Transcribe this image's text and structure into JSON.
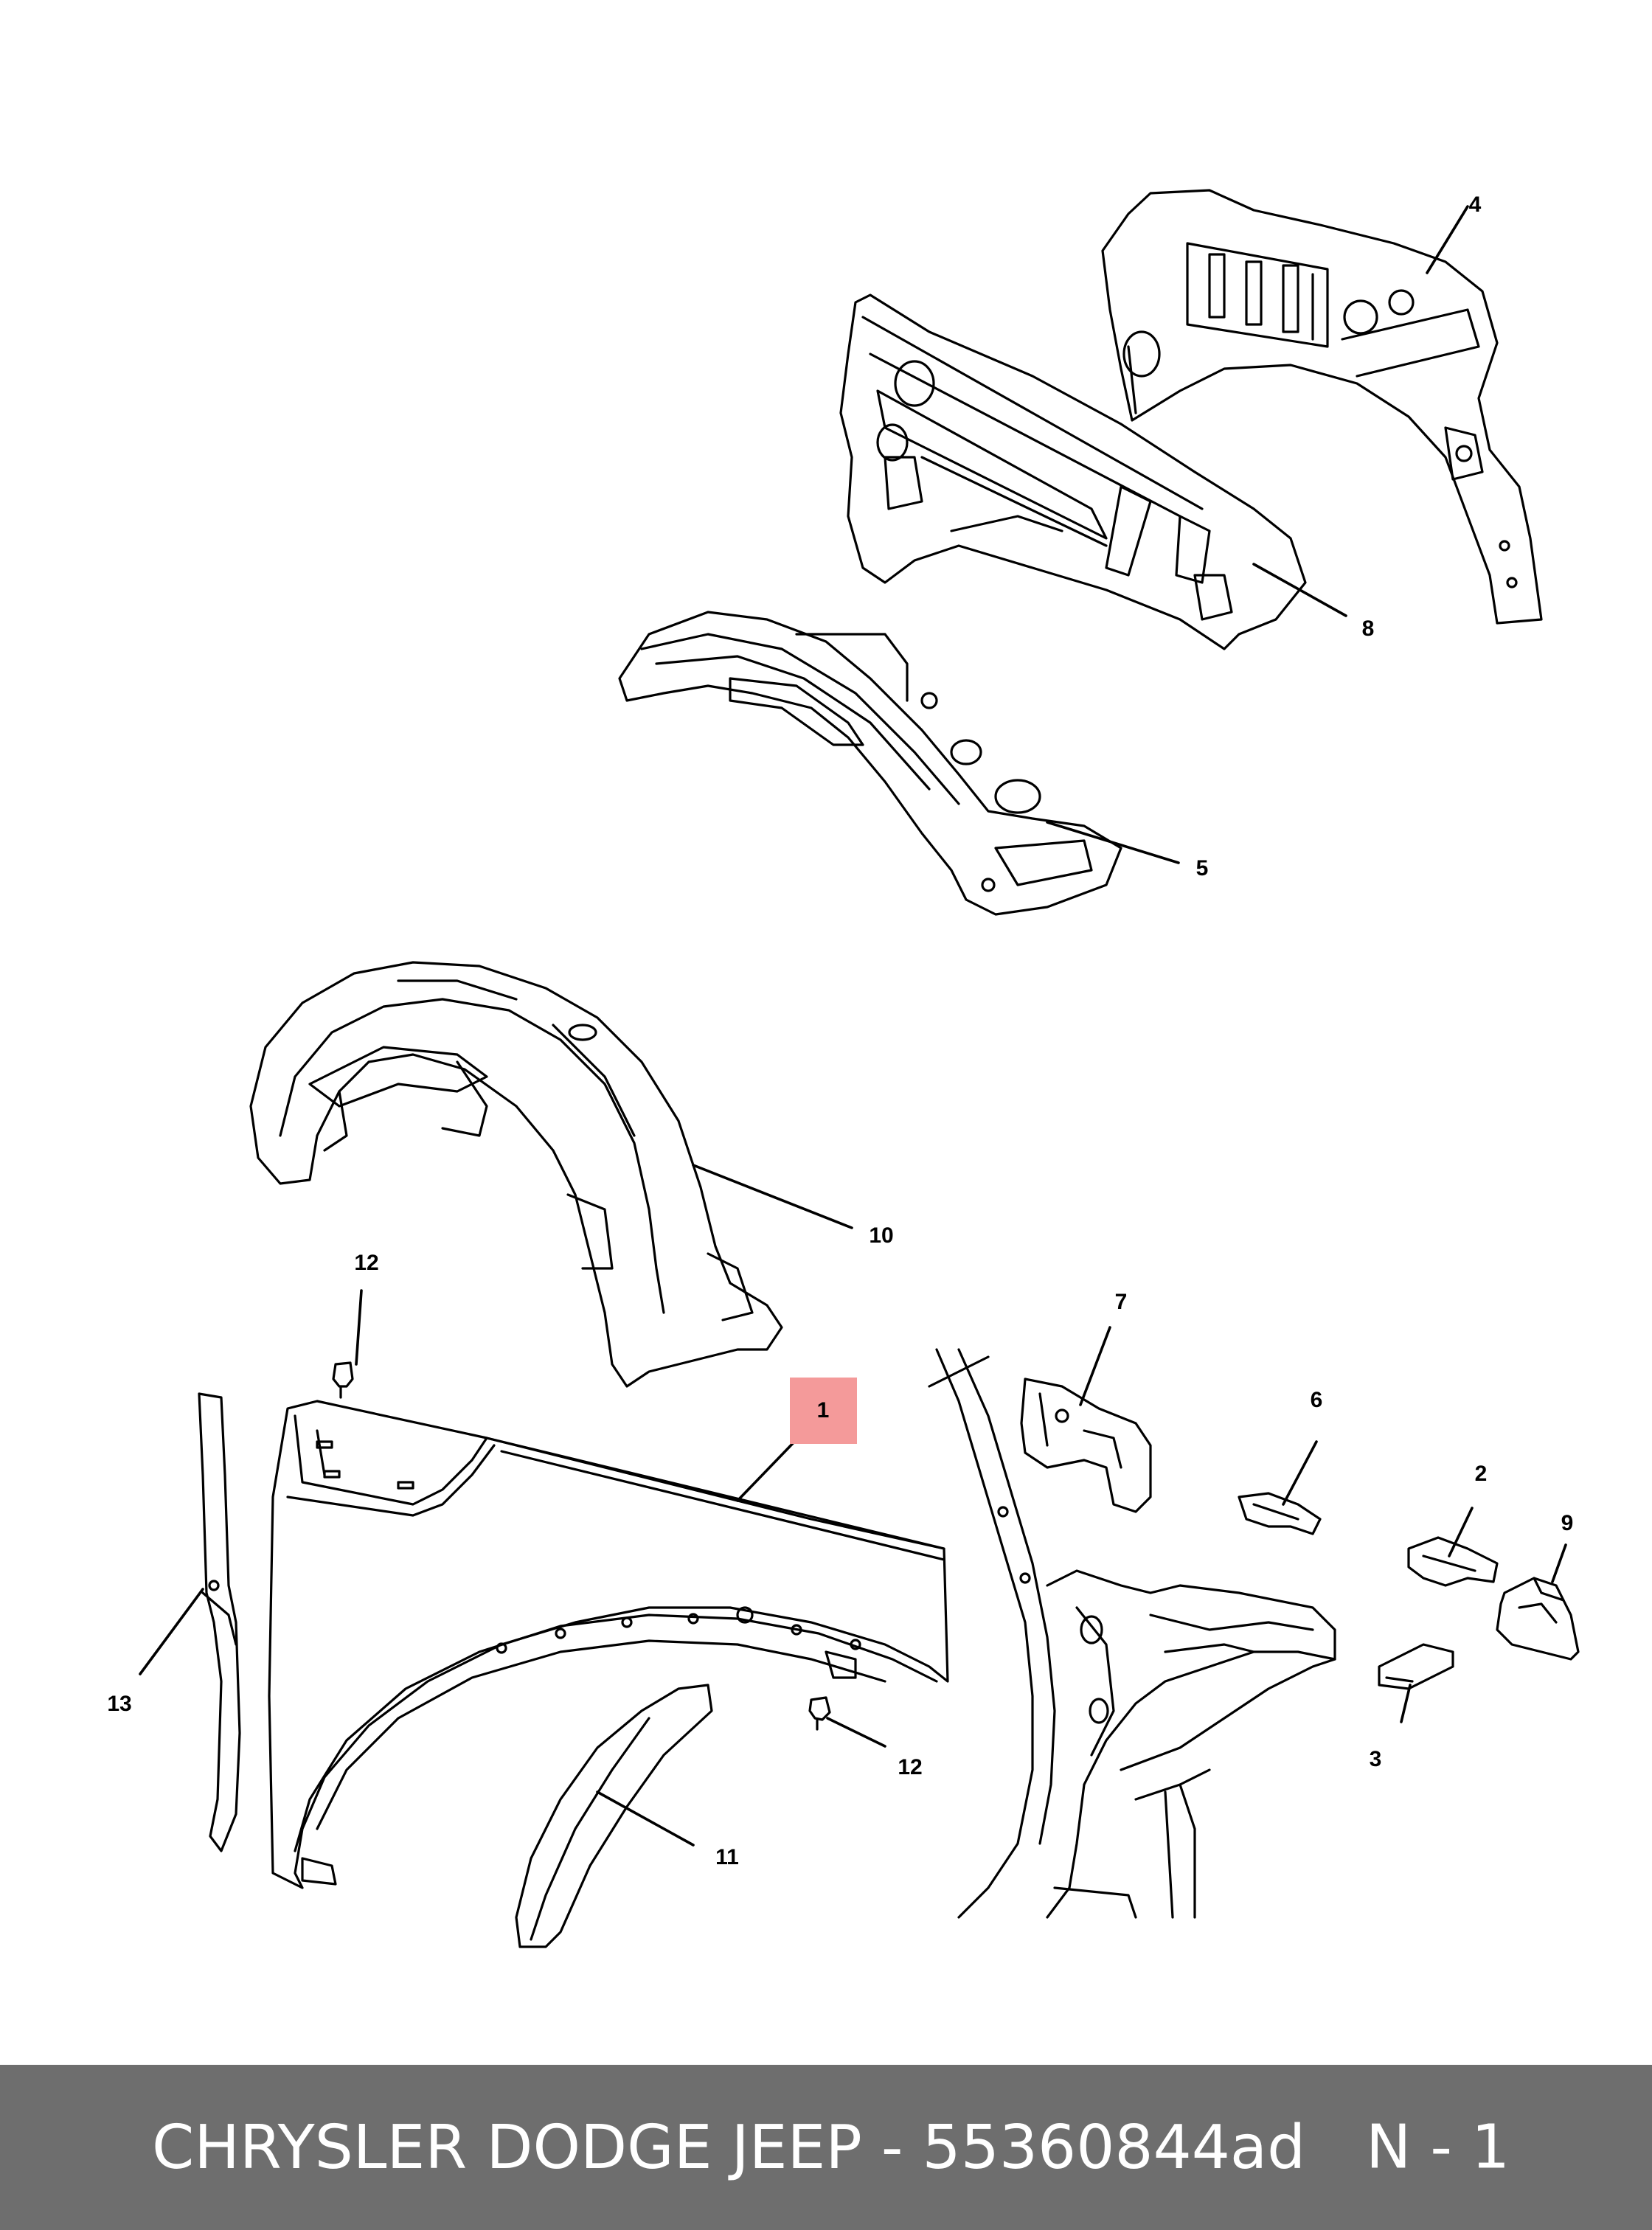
{
  "footer": {
    "title": "CHRYSLER DODGE JEEP - 55360844ad",
    "page": "N - 1"
  },
  "highlight_color": "#f49a9a",
  "callouts": [
    {
      "id": "c1",
      "label": "1",
      "highlighted": true
    },
    {
      "id": "c2",
      "label": "2"
    },
    {
      "id": "c3",
      "label": "3"
    },
    {
      "id": "c4",
      "label": "4"
    },
    {
      "id": "c5",
      "label": "5"
    },
    {
      "id": "c6",
      "label": "6"
    },
    {
      "id": "c7",
      "label": "7"
    },
    {
      "id": "c8",
      "label": "8"
    },
    {
      "id": "c9",
      "label": "9"
    },
    {
      "id": "c10",
      "label": "10"
    },
    {
      "id": "c11",
      "label": "11"
    },
    {
      "id": "c12a",
      "label": "12"
    },
    {
      "id": "c12b",
      "label": "12"
    },
    {
      "id": "c13",
      "label": "13"
    }
  ]
}
